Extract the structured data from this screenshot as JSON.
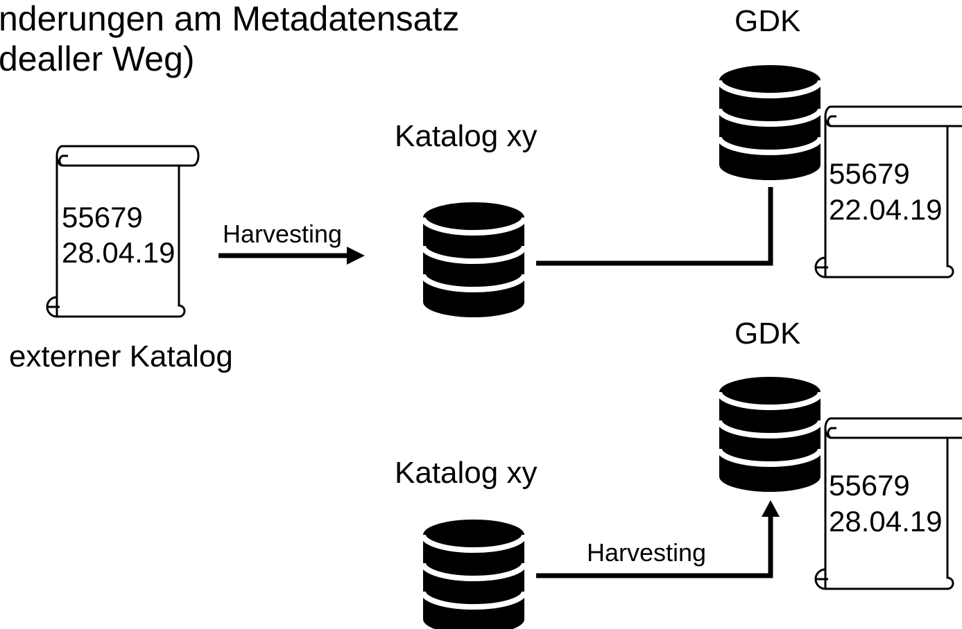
{
  "title": {
    "line1": "nderungen am Metadatensatz",
    "line2": "dealler Weg)"
  },
  "external": {
    "label": "externer Katalog",
    "record_id": "55679",
    "record_date": "28.04.19"
  },
  "top": {
    "harvest_label": "Harvesting",
    "catalog_label": "Katalog xy",
    "gdk_label": "GDK",
    "record_id": "55679",
    "record_date": "22.04.19"
  },
  "bottom": {
    "catalog_label": "Katalog xy",
    "harvest_label": "Harvesting",
    "gdk_label": "GDK",
    "record_id": "55679",
    "record_date": "28.04.19"
  },
  "icons": {
    "database": "database-icon",
    "document": "scroll-icon"
  }
}
